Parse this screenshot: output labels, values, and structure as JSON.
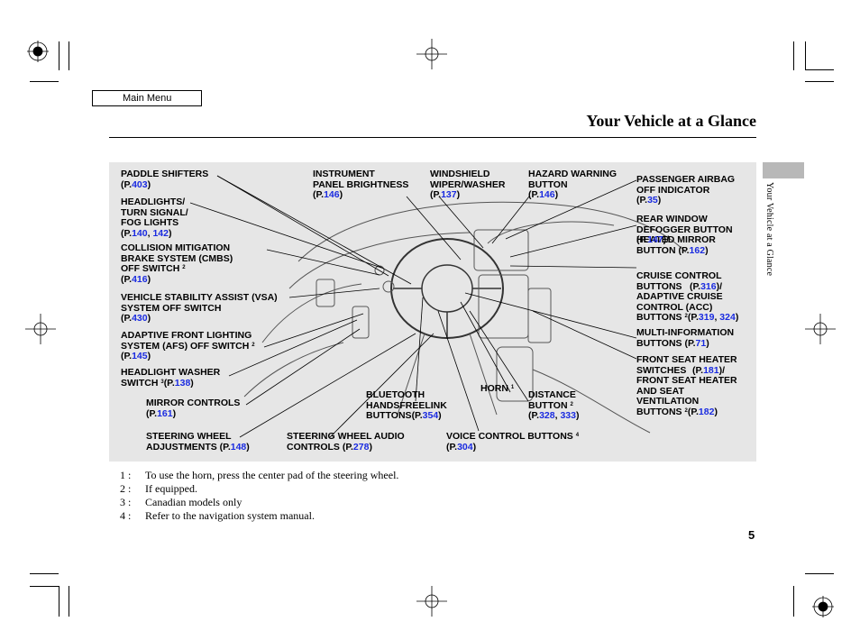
{
  "header": {
    "main_menu": "Main Menu",
    "title": "Your Vehicle at a Glance",
    "side_tab": "Your Vehicle at a Glance"
  },
  "labels": [
    {
      "id": "paddle",
      "text": "PADDLE SHIFTERS\n(P.",
      "pages": [
        "403"
      ]
    },
    {
      "id": "headlights",
      "text": "HEADLIGHTS/\nTURN SIGNAL/\nFOG LIGHTS",
      "pages": [
        "140",
        "142"
      ]
    },
    {
      "id": "cmbs",
      "text": "COLLISION MITIGATION\nBRAKE SYSTEM (CMBS)\nOFF SWITCH",
      "pages": [
        "416"
      ]
    },
    {
      "id": "vsa",
      "text": "VEHICLE STABILITY ASSIST (VSA)\nSYSTEM OFF SWITCH",
      "pages": [
        "430"
      ]
    },
    {
      "id": "afs",
      "text": "ADAPTIVE FRONT LIGHTING\nSYSTEM (AFS) OFF SWITCH",
      "pages": [
        "145"
      ]
    },
    {
      "id": "washer",
      "text": "HEADLIGHT WASHER\nSWITCH",
      "pages": [
        "138"
      ]
    },
    {
      "id": "mirror",
      "text": "MIRROR CONTROLS",
      "pages": [
        "161"
      ]
    },
    {
      "id": "wheel_adj",
      "text": "STEERING WHEEL\nADJUSTMENTS",
      "pages": [
        "148"
      ]
    },
    {
      "id": "audio",
      "text": "STEERING WHEEL AUDIO\nCONTROLS",
      "pages": [
        "278"
      ]
    },
    {
      "id": "instrument",
      "text": "INSTRUMENT\nPANEL BRIGHTNESS",
      "pages": [
        "146"
      ]
    },
    {
      "id": "wiper",
      "text": "WINDSHIELD\nWIPER/WASHER",
      "pages": [
        "137"
      ]
    },
    {
      "id": "hazard",
      "text": "HAZARD WARNING\nBUTTON",
      "pages": [
        "146"
      ]
    },
    {
      "id": "bluetooth",
      "text": "BLUETOOTH\nHANDSFREELINK\nBUTTONS",
      "pages": [
        "354"
      ]
    },
    {
      "id": "horn",
      "text": "HORN"
    },
    {
      "id": "distance",
      "text": "DISTANCE\nBUTTON",
      "pages": [
        "328",
        "333"
      ]
    },
    {
      "id": "voice",
      "text": "VOICE CONTROL BUTTONS",
      "pages": [
        "304"
      ]
    },
    {
      "id": "airbag",
      "text": "PASSENGER AIRBAG\nOFF INDICATOR",
      "pages": [
        "35"
      ]
    },
    {
      "id": "defogger",
      "text": "REAR WINDOW\nDEFOGGER BUTTON\nHEATED MIRROR\nBUTTON",
      "pages": [
        "147",
        "162"
      ]
    },
    {
      "id": "cruise",
      "text": "CRUISE CONTROL\nBUTTONS\nADAPTIVE CRUISE\nCONTROL (ACC)\nBUTTONS",
      "pages": [
        "316",
        "319",
        "324"
      ]
    },
    {
      "id": "mid",
      "text": "MULTI-INFORMATION\nBUTTONS",
      "pages": [
        "71"
      ]
    },
    {
      "id": "seat",
      "text": "FRONT SEAT HEATER\nSWITCHES\nFRONT SEAT HEATER\nAND SEAT\nVENTILATION\nBUTTONS",
      "pages": [
        "181",
        "182"
      ]
    }
  ],
  "footnotes": [
    {
      "num": "1 :",
      "text": "To use the horn, press the center pad of the steering wheel."
    },
    {
      "num": "2 :",
      "text": "If equipped."
    },
    {
      "num": "3 :",
      "text": "Canadian models only"
    },
    {
      "num": "4 :",
      "text": "Refer to the navigation system manual."
    }
  ],
  "page_number": "5",
  "colors": {
    "link": "#1a2be0",
    "figure_bg": "#e6e6e6",
    "tab": "#b8b8b8"
  }
}
